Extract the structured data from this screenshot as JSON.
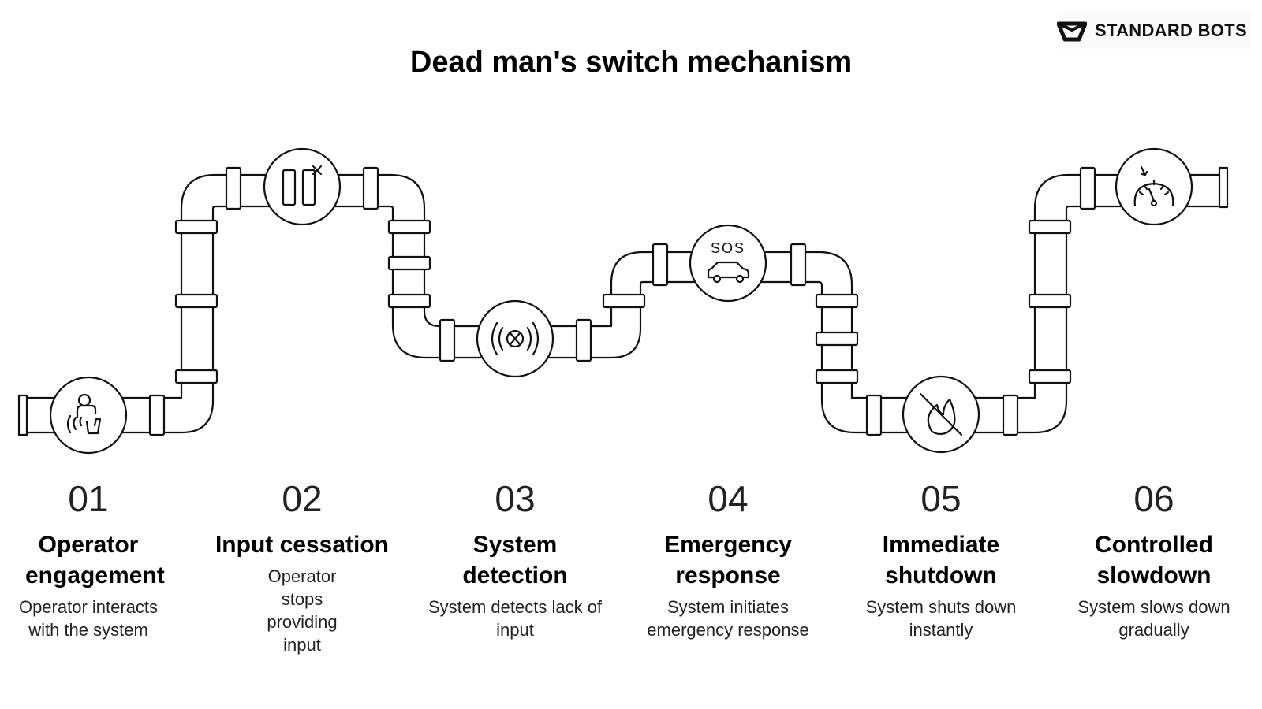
{
  "brand": {
    "name": "STANDARD BOTS",
    "icon": "standard-bots-logo-icon"
  },
  "title": "Dead man's switch mechanism",
  "steps": [
    {
      "number": "01",
      "heading": "Operator engagement",
      "description": "Operator interacts with the system",
      "icon": "operator-hand-icon"
    },
    {
      "number": "02",
      "heading": "Input cessation",
      "description": "Operator stops providing input",
      "icon": "pause-input-icon"
    },
    {
      "number": "03",
      "heading": "System detection",
      "description": "System detects lack of input",
      "icon": "signal-detection-icon"
    },
    {
      "number": "04",
      "heading": "Emergency response",
      "description": "System initiates emergency response",
      "icon": "sos-car-icon"
    },
    {
      "number": "05",
      "heading": "Immediate shutdown",
      "description": "System shuts down instantly",
      "icon": "no-fire-icon"
    },
    {
      "number": "06",
      "heading": "Controlled slowdown",
      "description": "System slows down gradually",
      "icon": "speedometer-icon"
    }
  ]
}
